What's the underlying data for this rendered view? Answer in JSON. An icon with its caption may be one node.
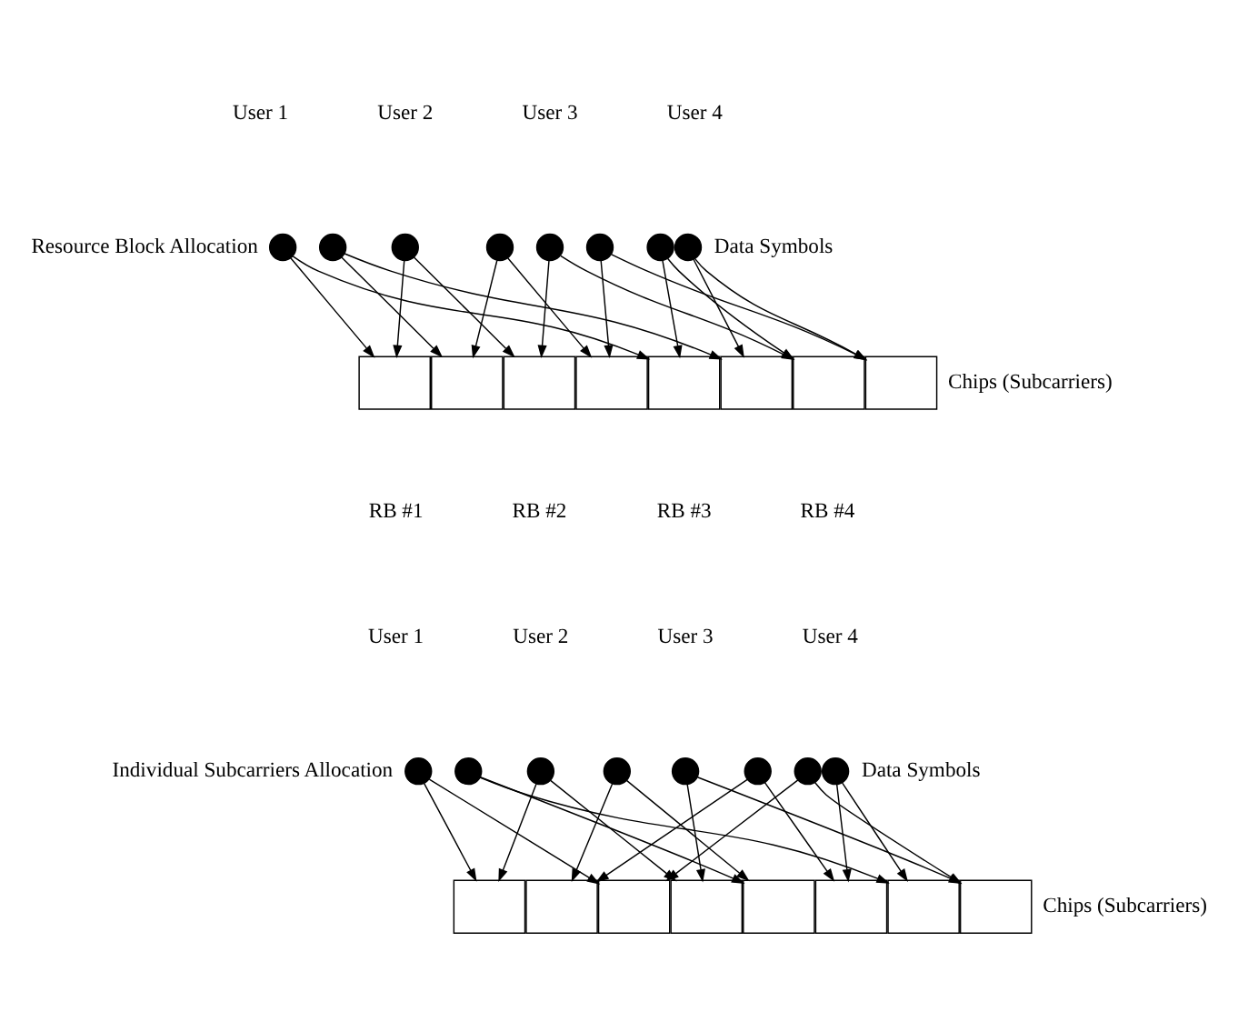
{
  "diagram": {
    "nodes": [
      {
        "text": [],
        "shape": "circle"
      },
      {
        "text": [],
        "shape": "circle"
      },
      {
        "text": [],
        "shape": "circle"
      },
      {
        "text": [],
        "shape": "circle"
      },
      {
        "text": [],
        "shape": "circle"
      },
      {
        "text": [],
        "shape": "circle"
      },
      {
        "text": [],
        "shape": "circle"
      },
      {
        "text": [],
        "shape": "circle"
      },
      {
        "text": [],
        "shape": "box"
      },
      {
        "text": [],
        "shape": "box"
      },
      {
        "text": [],
        "shape": "box"
      },
      {
        "text": [],
        "shape": "box"
      },
      {
        "text": [],
        "shape": "box"
      },
      {
        "text": [],
        "shape": "box"
      },
      {
        "text": [],
        "shape": "box"
      },
      {
        "text": [],
        "shape": "box"
      },
      {
        "text": [],
        "shape": "circle"
      },
      {
        "text": [],
        "shape": "circle"
      },
      {
        "text": [],
        "shape": "circle"
      },
      {
        "text": [],
        "shape": "circle"
      },
      {
        "text": [],
        "shape": "circle"
      },
      {
        "text": [],
        "shape": "circle"
      },
      {
        "text": [],
        "shape": "circle"
      },
      {
        "text": [],
        "shape": "circle"
      },
      {
        "text": [],
        "shape": "box"
      },
      {
        "text": [],
        "shape": "box"
      },
      {
        "text": [],
        "shape": "box"
      },
      {
        "text": [],
        "shape": "box"
      },
      {
        "text": [],
        "shape": "box"
      },
      {
        "text": [],
        "shape": "box"
      },
      {
        "text": [],
        "shape": "box"
      },
      {
        "text": [],
        "shape": "box"
      }
    ],
    "edges": [
      {
        "from": 0,
        "to": 8,
        "arrow": "to"
      },
      {
        "from": 0,
        "to": 12,
        "arrow": "to"
      },
      {
        "from": 1,
        "to": 9,
        "arrow": "to"
      },
      {
        "from": 1,
        "to": 13,
        "arrow": "to"
      },
      {
        "from": 2,
        "to": 8,
        "arrow": "to"
      },
      {
        "from": 2,
        "to": 10,
        "arrow": "to"
      },
      {
        "from": 3,
        "to": 9,
        "arrow": "to"
      },
      {
        "from": 3,
        "to": 11,
        "arrow": "to"
      },
      {
        "from": 4,
        "to": 10,
        "arrow": "to"
      },
      {
        "from": 4,
        "to": 14,
        "arrow": "to"
      },
      {
        "from": 5,
        "to": 11,
        "arrow": "to"
      },
      {
        "from": 5,
        "to": 15,
        "arrow": "to"
      },
      {
        "from": 6,
        "to": 12,
        "arrow": "to"
      },
      {
        "from": 6,
        "to": 14,
        "arrow": "to"
      },
      {
        "from": 7,
        "to": 13,
        "arrow": "to"
      },
      {
        "from": 7,
        "to": 15,
        "arrow": "to"
      },
      {
        "from": 16,
        "to": 24,
        "arrow": "to"
      },
      {
        "from": 16,
        "to": 26,
        "arrow": "to"
      },
      {
        "from": 17,
        "to": 28,
        "arrow": "to"
      },
      {
        "from": 17,
        "to": 30,
        "arrow": "to"
      },
      {
        "from": 18,
        "to": 24,
        "arrow": "to"
      },
      {
        "from": 18,
        "to": 27,
        "arrow": "to"
      },
      {
        "from": 19,
        "to": 25,
        "arrow": "to"
      },
      {
        "from": 19,
        "to": 28,
        "arrow": "to"
      },
      {
        "from": 20,
        "to": 27,
        "arrow": "to"
      },
      {
        "from": 20,
        "to": 31,
        "arrow": "to"
      },
      {
        "from": 21,
        "to": 29,
        "arrow": "to"
      },
      {
        "from": 21,
        "to": 25,
        "arrow": "to"
      },
      {
        "from": 22,
        "to": 26,
        "arrow": "to"
      },
      {
        "from": 22,
        "to": 31,
        "arrow": "to"
      },
      {
        "from": 23,
        "to": 29,
        "arrow": "to"
      },
      {
        "from": 23,
        "to": 30,
        "arrow": "to"
      }
    ],
    "labels": [
      "User 1",
      "User 2",
      "User 3",
      "User 4",
      "Resource Block Allocation",
      "Data Symbols",
      "Chips (Subcarriers)",
      "RB #1",
      "RB #2",
      "RB #3",
      "RB #4",
      "User 1",
      "User 2",
      "User 3",
      "User 4",
      "Individual Subcarriers Allocation",
      "Data Symbols",
      "Chips (Subcarriers)"
    ]
  }
}
